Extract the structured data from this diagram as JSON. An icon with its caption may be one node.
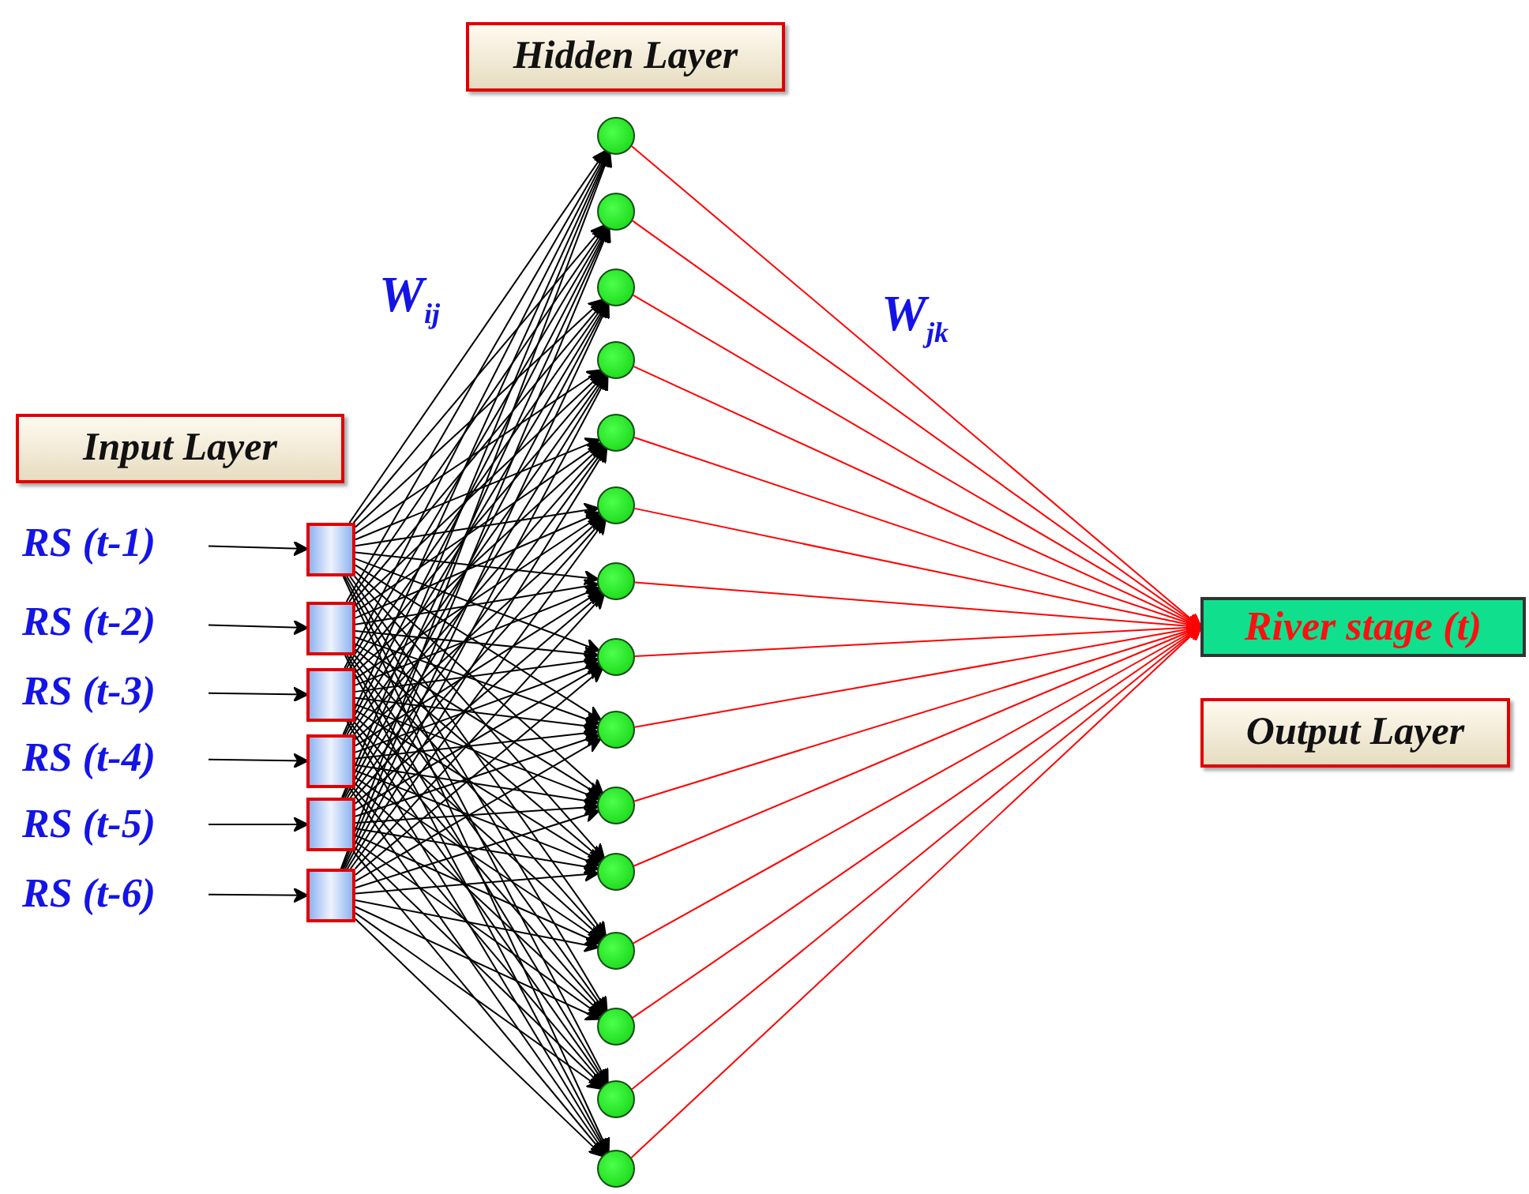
{
  "diagram": {
    "nodes": [
      {
        "text": [
          "Hidden Layer"
        ]
      },
      {
        "text": [
          "Input Layer"
        ]
      },
      {
        "text": [
          "RS (t-1)"
        ]
      },
      {
        "text": [
          "RS (t-2)"
        ]
      },
      {
        "text": [
          "RS (t-3)"
        ]
      },
      {
        "text": [
          "RS (t-4)"
        ]
      },
      {
        "text": [
          "RS (t-5)"
        ]
      },
      {
        "text": [
          "RS (t-6)"
        ]
      },
      {
        "text": [],
        "shape": "box"
      },
      {
        "text": [],
        "shape": "box"
      },
      {
        "text": [],
        "shape": "box"
      },
      {
        "text": [],
        "shape": "box"
      },
      {
        "text": [],
        "shape": "box"
      },
      {
        "text": [],
        "shape": "box"
      },
      {
        "text": [],
        "shape": "circle"
      },
      {
        "text": [],
        "shape": "circle"
      },
      {
        "text": [],
        "shape": "circle"
      },
      {
        "text": [],
        "shape": "circle"
      },
      {
        "text": [],
        "shape": "circle"
      },
      {
        "text": [],
        "shape": "circle"
      },
      {
        "text": [],
        "shape": "circle"
      },
      {
        "text": [],
        "shape": "circle"
      },
      {
        "text": [],
        "shape": "circle"
      },
      {
        "text": [],
        "shape": "circle"
      },
      {
        "text": [],
        "shape": "circle"
      },
      {
        "text": [],
        "shape": "circle"
      },
      {
        "text": [],
        "shape": "circle"
      },
      {
        "text": [],
        "shape": "circle"
      },
      {
        "text": [],
        "shape": "circle"
      },
      {
        "text": [
          "River stage (t)"
        ]
      },
      {
        "text": [
          "Output Layer"
        ]
      }
    ],
    "edges": [
      {
        "from": 2,
        "to": 8,
        "arrow": "to"
      },
      {
        "from": 3,
        "to": 9,
        "arrow": "to"
      },
      {
        "from": 4,
        "to": 10,
        "arrow": "to"
      },
      {
        "from": 5,
        "to": 11,
        "arrow": "to"
      },
      {
        "from": 6,
        "to": 12,
        "arrow": "to"
      },
      {
        "from": 7,
        "to": 13,
        "arrow": "to"
      },
      {
        "from": 8,
        "to": 14,
        "arrow": "to"
      },
      {
        "from": 8,
        "to": 15,
        "arrow": "to"
      },
      {
        "from": 8,
        "to": 16,
        "arrow": "to"
      },
      {
        "from": 8,
        "to": 17,
        "arrow": "to"
      },
      {
        "from": 8,
        "to": 18,
        "arrow": "to"
      },
      {
        "from": 8,
        "to": 19,
        "arrow": "to"
      },
      {
        "from": 8,
        "to": 20,
        "arrow": "to"
      },
      {
        "from": 8,
        "to": 21,
        "arrow": "to"
      },
      {
        "from": 8,
        "to": 22,
        "arrow": "to"
      },
      {
        "from": 8,
        "to": 23,
        "arrow": "to"
      },
      {
        "from": 8,
        "to": 24,
        "arrow": "to"
      },
      {
        "from": 8,
        "to": 25,
        "arrow": "to"
      },
      {
        "from": 8,
        "to": 26,
        "arrow": "to"
      },
      {
        "from": 8,
        "to": 27,
        "arrow": "to"
      },
      {
        "from": 8,
        "to": 28,
        "arrow": "to"
      },
      {
        "from": 9,
        "to": 14,
        "arrow": "to"
      },
      {
        "from": 9,
        "to": 15,
        "arrow": "to"
      },
      {
        "from": 9,
        "to": 16,
        "arrow": "to"
      },
      {
        "from": 9,
        "to": 17,
        "arrow": "to"
      },
      {
        "from": 9,
        "to": 18,
        "arrow": "to"
      },
      {
        "from": 9,
        "to": 19,
        "arrow": "to"
      },
      {
        "from": 9,
        "to": 20,
        "arrow": "to"
      },
      {
        "from": 9,
        "to": 21,
        "arrow": "to"
      },
      {
        "from": 9,
        "to": 22,
        "arrow": "to"
      },
      {
        "from": 9,
        "to": 23,
        "arrow": "to"
      },
      {
        "from": 9,
        "to": 24,
        "arrow": "to"
      },
      {
        "from": 9,
        "to": 25,
        "arrow": "to"
      },
      {
        "from": 9,
        "to": 26,
        "arrow": "to"
      },
      {
        "from": 9,
        "to": 27,
        "arrow": "to"
      },
      {
        "from": 9,
        "to": 28,
        "arrow": "to"
      },
      {
        "from": 10,
        "to": 14,
        "arrow": "to"
      },
      {
        "from": 10,
        "to": 15,
        "arrow": "to"
      },
      {
        "from": 10,
        "to": 16,
        "arrow": "to"
      },
      {
        "from": 10,
        "to": 17,
        "arrow": "to"
      },
      {
        "from": 10,
        "to": 18,
        "arrow": "to"
      },
      {
        "from": 10,
        "to": 19,
        "arrow": "to"
      },
      {
        "from": 10,
        "to": 20,
        "arrow": "to"
      },
      {
        "from": 10,
        "to": 21,
        "arrow": "to"
      },
      {
        "from": 10,
        "to": 22,
        "arrow": "to"
      },
      {
        "from": 10,
        "to": 23,
        "arrow": "to"
      },
      {
        "from": 10,
        "to": 24,
        "arrow": "to"
      },
      {
        "from": 10,
        "to": 25,
        "arrow": "to"
      },
      {
        "from": 10,
        "to": 26,
        "arrow": "to"
      },
      {
        "from": 10,
        "to": 27,
        "arrow": "to"
      },
      {
        "from": 10,
        "to": 28,
        "arrow": "to"
      },
      {
        "from": 11,
        "to": 14,
        "arrow": "to"
      },
      {
        "from": 11,
        "to": 15,
        "arrow": "to"
      },
      {
        "from": 11,
        "to": 16,
        "arrow": "to"
      },
      {
        "from": 11,
        "to": 17,
        "arrow": "to"
      },
      {
        "from": 11,
        "to": 18,
        "arrow": "to"
      },
      {
        "from": 11,
        "to": 19,
        "arrow": "to"
      },
      {
        "from": 11,
        "to": 20,
        "arrow": "to"
      },
      {
        "from": 11,
        "to": 21,
        "arrow": "to"
      },
      {
        "from": 11,
        "to": 22,
        "arrow": "to"
      },
      {
        "from": 11,
        "to": 23,
        "arrow": "to"
      },
      {
        "from": 11,
        "to": 24,
        "arrow": "to"
      },
      {
        "from": 11,
        "to": 25,
        "arrow": "to"
      },
      {
        "from": 11,
        "to": 26,
        "arrow": "to"
      },
      {
        "from": 11,
        "to": 27,
        "arrow": "to"
      },
      {
        "from": 11,
        "to": 28,
        "arrow": "to"
      },
      {
        "from": 12,
        "to": 14,
        "arrow": "to"
      },
      {
        "from": 12,
        "to": 15,
        "arrow": "to"
      },
      {
        "from": 12,
        "to": 16,
        "arrow": "to"
      },
      {
        "from": 12,
        "to": 17,
        "arrow": "to"
      },
      {
        "from": 12,
        "to": 18,
        "arrow": "to"
      },
      {
        "from": 12,
        "to": 19,
        "arrow": "to"
      },
      {
        "from": 12,
        "to": 20,
        "arrow": "to"
      },
      {
        "from": 12,
        "to": 21,
        "arrow": "to"
      },
      {
        "from": 12,
        "to": 22,
        "arrow": "to"
      },
      {
        "from": 12,
        "to": 23,
        "arrow": "to"
      },
      {
        "from": 12,
        "to": 24,
        "arrow": "to"
      },
      {
        "from": 12,
        "to": 25,
        "arrow": "to"
      },
      {
        "from": 12,
        "to": 26,
        "arrow": "to"
      },
      {
        "from": 12,
        "to": 27,
        "arrow": "to"
      },
      {
        "from": 12,
        "to": 28,
        "arrow": "to"
      },
      {
        "from": 13,
        "to": 14,
        "arrow": "to"
      },
      {
        "from": 13,
        "to": 15,
        "arrow": "to"
      },
      {
        "from": 13,
        "to": 16,
        "arrow": "to"
      },
      {
        "from": 13,
        "to": 17,
        "arrow": "to"
      },
      {
        "from": 13,
        "to": 18,
        "arrow": "to"
      },
      {
        "from": 13,
        "to": 19,
        "arrow": "to"
      },
      {
        "from": 13,
        "to": 20,
        "arrow": "to"
      },
      {
        "from": 13,
        "to": 21,
        "arrow": "to"
      },
      {
        "from": 13,
        "to": 22,
        "arrow": "to"
      },
      {
        "from": 13,
        "to": 23,
        "arrow": "to"
      },
      {
        "from": 13,
        "to": 24,
        "arrow": "to"
      },
      {
        "from": 13,
        "to": 25,
        "arrow": "to"
      },
      {
        "from": 13,
        "to": 26,
        "arrow": "to"
      },
      {
        "from": 13,
        "to": 27,
        "arrow": "to"
      },
      {
        "from": 13,
        "to": 28,
        "arrow": "to"
      },
      {
        "from": 14,
        "to": 29,
        "arrow": "to",
        "color": "#ff0000"
      },
      {
        "from": 15,
        "to": 29,
        "arrow": "to",
        "color": "#ff0000"
      },
      {
        "from": 16,
        "to": 29,
        "arrow": "to",
        "color": "#ff0000"
      },
      {
        "from": 17,
        "to": 29,
        "arrow": "to",
        "color": "#ff0000"
      },
      {
        "from": 18,
        "to": 29,
        "arrow": "to",
        "color": "#ff0000"
      },
      {
        "from": 19,
        "to": 29,
        "arrow": "to",
        "color": "#ff0000"
      },
      {
        "from": 20,
        "to": 29,
        "arrow": "to",
        "color": "#ff0000"
      },
      {
        "from": 21,
        "to": 29,
        "arrow": "to",
        "color": "#ff0000"
      },
      {
        "from": 22,
        "to": 29,
        "arrow": "to",
        "color": "#ff0000"
      },
      {
        "from": 23,
        "to": 29,
        "arrow": "to",
        "color": "#ff0000"
      },
      {
        "from": 24,
        "to": 29,
        "arrow": "to",
        "color": "#ff0000"
      },
      {
        "from": 25,
        "to": 29,
        "arrow": "to",
        "color": "#ff0000"
      },
      {
        "from": 26,
        "to": 29,
        "arrow": "to",
        "color": "#ff0000"
      },
      {
        "from": 27,
        "to": 29,
        "arrow": "to",
        "color": "#ff0000"
      },
      {
        "from": 28,
        "to": 29,
        "arrow": "to",
        "color": "#ff0000"
      }
    ],
    "labels": [
      "W$_{ij}$",
      "W$_{jk}$"
    ]
  }
}
